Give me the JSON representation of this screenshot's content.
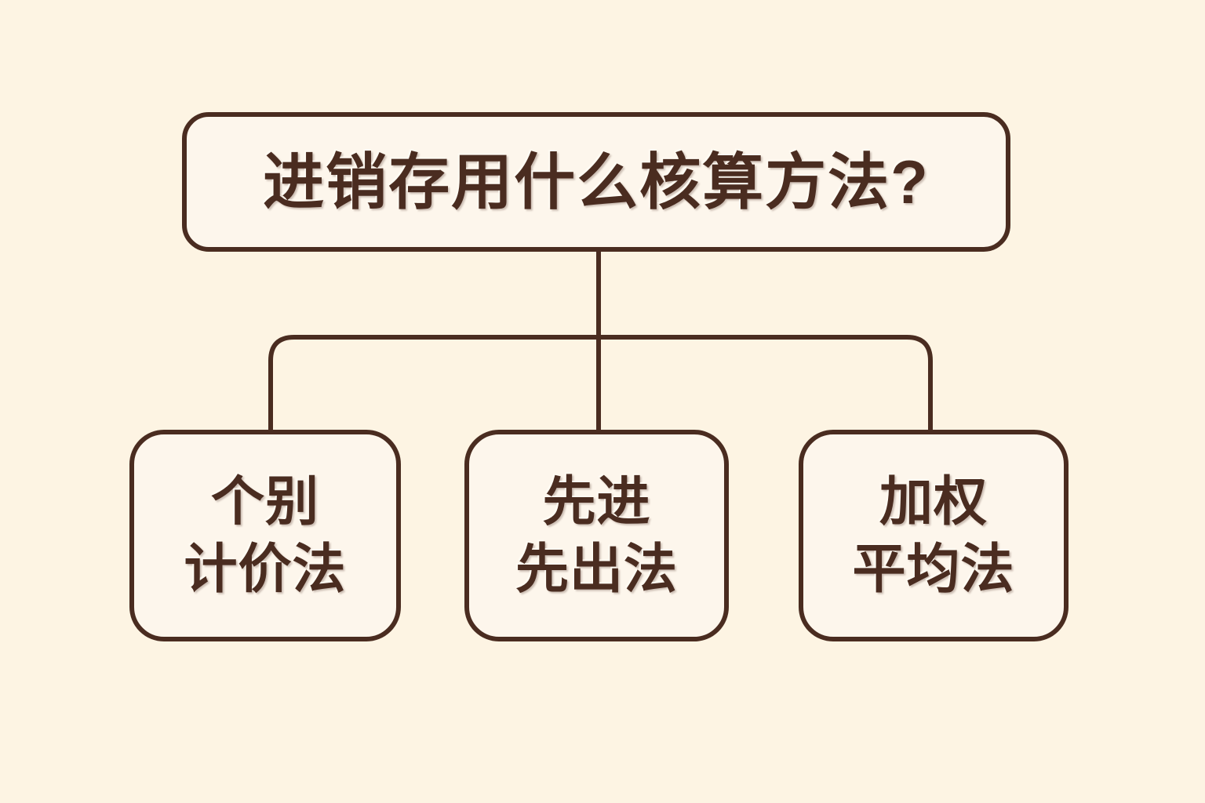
{
  "diagram": {
    "type": "tree",
    "orientation": "top-down",
    "palette": {
      "page_background": "#fdf4e3",
      "node_fill": "#fdf6ec",
      "stroke": "#4a2c20",
      "text": "#4a2c20"
    },
    "root": {
      "id": "root",
      "label": "进销存用什么核算方法?"
    },
    "children": [
      {
        "id": "leaf-0",
        "line_0": "个别",
        "line_1": "计价法"
      },
      {
        "id": "leaf-1",
        "line_0": "先进",
        "line_1": "先出法"
      },
      {
        "id": "leaf-2",
        "line_0": "加权",
        "line_1": "平均法"
      }
    ],
    "connectors": {
      "trunk": "vertical line from root box down to horizontal bus",
      "bus": "horizontal bus with rounded ends spanning the three children",
      "drops": "vertical drops from bus into each child box"
    }
  }
}
